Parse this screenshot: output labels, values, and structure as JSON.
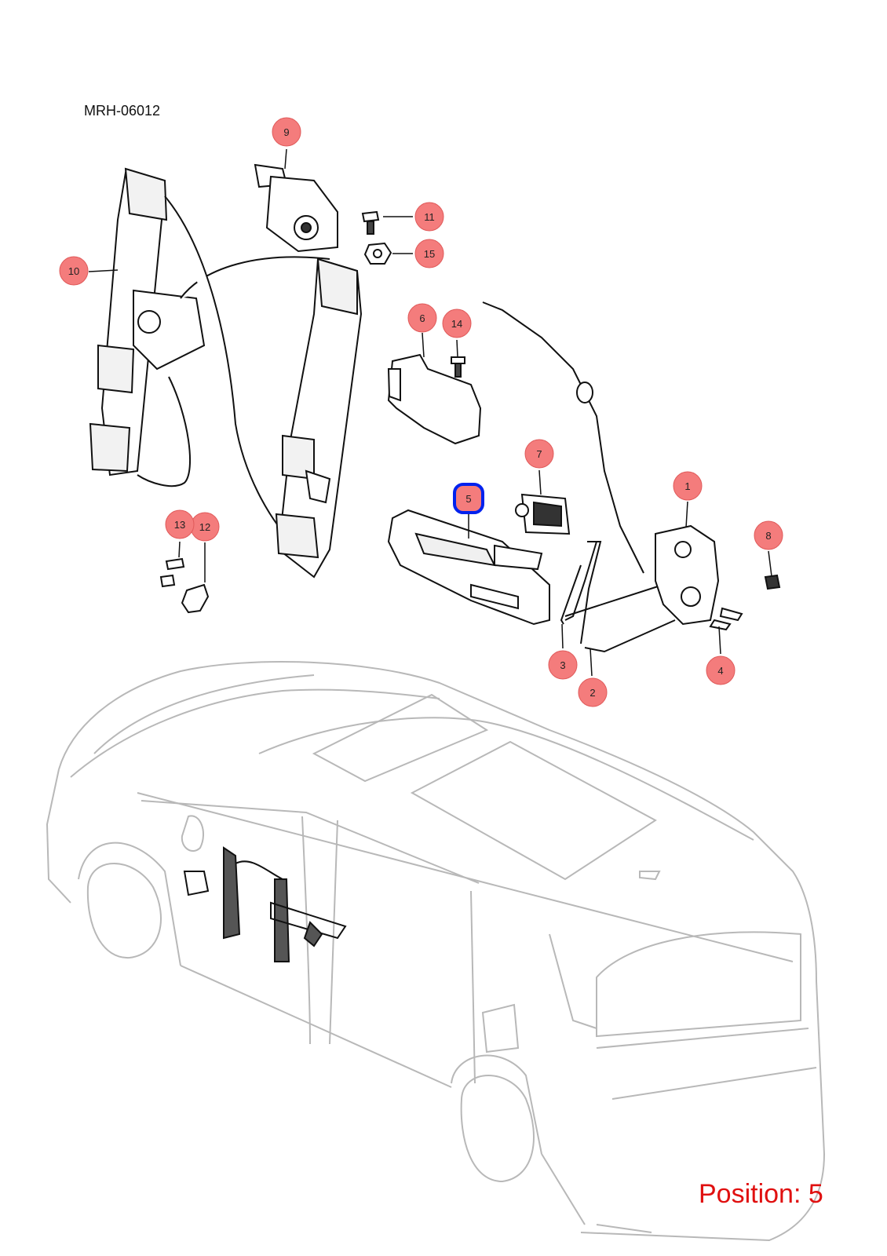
{
  "diagram_code": "MRH-06012",
  "position_label": "Position: 5",
  "highlight_color": "#0022ee",
  "callout_color": "#f47c7c",
  "callouts": [
    {
      "num": "1",
      "highlighted": false
    },
    {
      "num": "2",
      "highlighted": false
    },
    {
      "num": "3",
      "highlighted": false
    },
    {
      "num": "4",
      "highlighted": false
    },
    {
      "num": "5",
      "highlighted": true
    },
    {
      "num": "6",
      "highlighted": false
    },
    {
      "num": "7",
      "highlighted": false
    },
    {
      "num": "8",
      "highlighted": false
    },
    {
      "num": "9",
      "highlighted": false
    },
    {
      "num": "10",
      "highlighted": false
    },
    {
      "num": "11",
      "highlighted": false
    },
    {
      "num": "12",
      "highlighted": false
    },
    {
      "num": "13",
      "highlighted": false
    },
    {
      "num": "14",
      "highlighted": false
    },
    {
      "num": "15",
      "highlighted": false
    }
  ]
}
